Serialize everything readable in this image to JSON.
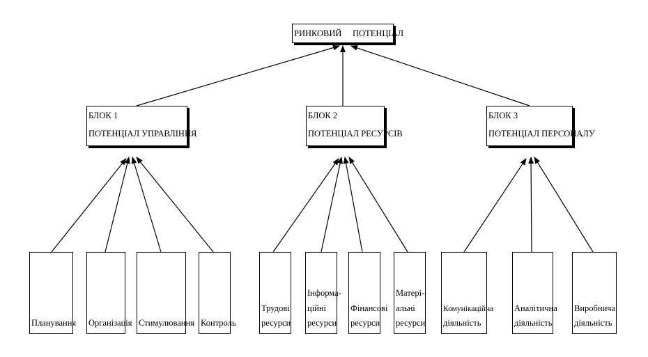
{
  "root": {
    "label_left": "РИНКОВИЙ",
    "label_right": "ПОТЕНЦІАЛ"
  },
  "blocks": [
    {
      "line1": "БЛОК 1",
      "line2": "ПОТЕНЦІАЛ УПРАВЛІННЯ"
    },
    {
      "line1": "БЛОК 2",
      "line2": "ПОТЕНЦІАЛ РЕСУРСІВ"
    },
    {
      "line1": "БЛОК 3",
      "line2": "ПОТЕНЦІАЛ ПЕРСОНАЛУ"
    }
  ],
  "leaves": [
    {
      "lines": [
        "Планування"
      ]
    },
    {
      "lines": [
        "Організація"
      ]
    },
    {
      "lines": [
        "Стимулювання"
      ]
    },
    {
      "lines": [
        "Контроль"
      ]
    },
    {
      "lines": [
        "Трудові",
        "ресурси"
      ]
    },
    {
      "lines": [
        "Інформа-",
        "ційні",
        "ресурси"
      ]
    },
    {
      "lines": [
        "Фінансові",
        "ресурси"
      ]
    },
    {
      "lines": [
        "Матері-",
        "альні",
        "ресурси"
      ]
    },
    {
      "lines": [
        "Комунікаційна",
        "діяльність"
      ]
    },
    {
      "lines": [
        "Аналітична",
        "діяльність"
      ]
    },
    {
      "lines": [
        "Виробнича",
        "діяльність"
      ]
    }
  ]
}
